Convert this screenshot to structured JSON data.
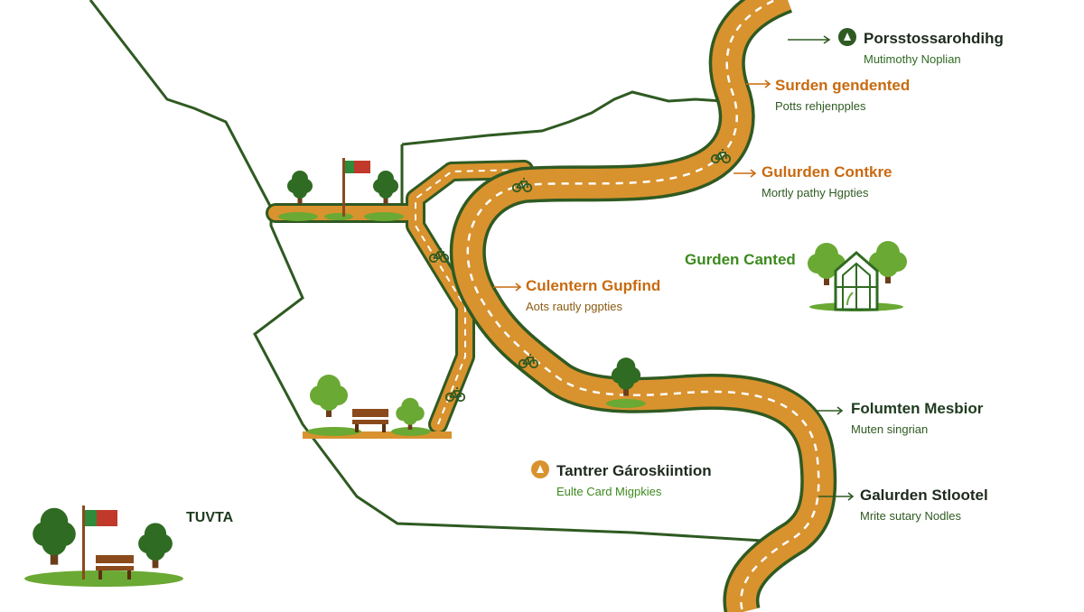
{
  "colors": {
    "path_fill": "#d8922e",
    "path_edge": "#2f5a22",
    "boundary": "#2f5a22",
    "dash": "#ffffff",
    "dark_green": "#2f6b22",
    "light_green": "#6aa933",
    "orange_text": "#c86a10",
    "flag_red": "#c0392b",
    "bench_brown": "#8a4a1c",
    "dark_text": "#1f2a1f"
  },
  "icons": {
    "bike": "bicycle-icon",
    "tree": "tree-icon",
    "flag": "flag-icon",
    "bench": "bench-icon",
    "greenhouse": "greenhouse-icon",
    "leaf_badge": "leaf-badge-icon"
  },
  "labels": {
    "poi1": {
      "title": "Porsstossarohdihg",
      "subtitle": "Mutimothy Noplian"
    },
    "poi2": {
      "title": "Surden gendented",
      "subtitle": "Potts rehjenpples"
    },
    "poi3": {
      "title": "Gulurden Contkre",
      "subtitle": "Mortly pathy Hgpties"
    },
    "poi4": {
      "title": "Gurden Canted"
    },
    "poi5": {
      "title": "Culentern Gupfind",
      "subtitle": "Aots rautly pgpties"
    },
    "poi6": {
      "title": "Folumten Mesbior",
      "subtitle": "Muten singrian"
    },
    "poi7": {
      "title": "Tantrer Gároskiintion",
      "subtitle": "Eulte Card Migpkies"
    },
    "poi8": {
      "title": "Galurden Stlootel",
      "subtitle": "Mrite sutary Nodles"
    }
  },
  "legend": {
    "label": "TUVTA"
  }
}
